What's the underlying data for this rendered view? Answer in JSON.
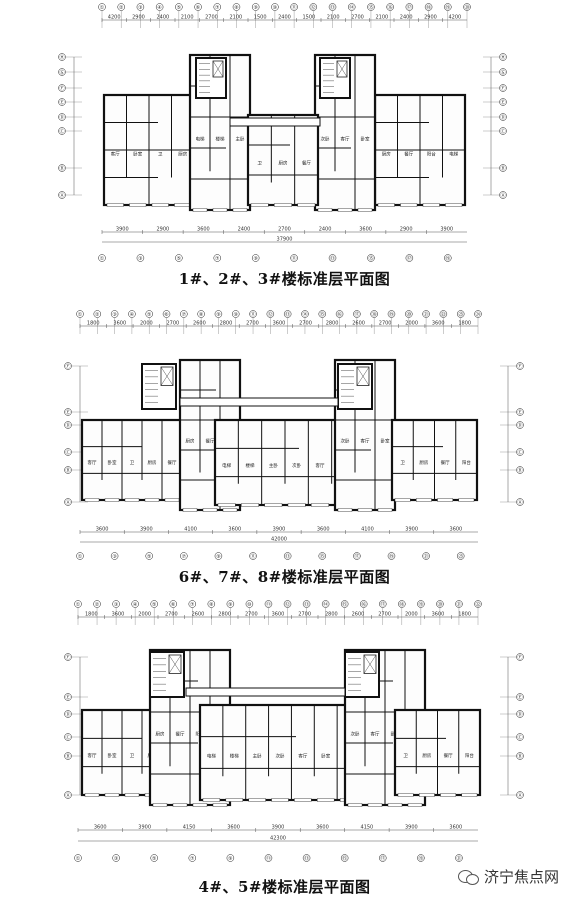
{
  "plans": [
    {
      "caption": "1#、2#、3#楼标准层平面图",
      "col_labels": [
        "①",
        "②",
        "③",
        "④",
        "⑤",
        "⑥",
        "⑦",
        "⑧",
        "⑨",
        "⑩",
        "⑪",
        "⑫",
        "⑬",
        "⑭",
        "⑮",
        "⑯",
        "⑰",
        "⑱",
        "⑲",
        "⑳"
      ],
      "row_labels": [
        "Ⓗ",
        "Ⓖ",
        "Ⓕ",
        "Ⓔ",
        "Ⓓ",
        "Ⓒ",
        "Ⓑ",
        "Ⓐ"
      ],
      "top_dims": [
        "4200",
        "2900",
        "2400",
        "2100",
        "2700",
        "2100",
        "1500",
        "2400",
        "1500",
        "2100",
        "2700",
        "2100",
        "2400",
        "2900",
        "4200"
      ],
      "bottom_dims": [
        "3900",
        "2900",
        "3600",
        "2400",
        "2700",
        "2400",
        "3600",
        "2900",
        "3900"
      ],
      "total_dim": "37900"
    },
    {
      "caption": "6#、7#、8#楼标准层平面图",
      "col_labels": [
        "①",
        "②",
        "③",
        "④",
        "⑤",
        "⑥",
        "⑦",
        "⑧",
        "⑨",
        "⑩",
        "⑪",
        "⑫",
        "⑬",
        "⑭",
        "⑮",
        "⑯",
        "⑰",
        "⑱",
        "⑲",
        "⑳",
        "㉑",
        "㉒",
        "㉓",
        "㉔"
      ],
      "row_labels": [
        "Ⓕ",
        "Ⓔ",
        "Ⓓ",
        "Ⓒ",
        "Ⓑ",
        "Ⓐ"
      ],
      "top_dims": [
        "1800",
        "3600",
        "2000",
        "2700",
        "2600",
        "2800",
        "2700",
        "3600",
        "2700",
        "2800",
        "2600",
        "2700",
        "2000",
        "3600",
        "1800"
      ],
      "bottom_dims": [
        "3600",
        "3900",
        "4100",
        "3600",
        "3900",
        "3600",
        "4100",
        "3900",
        "3600"
      ],
      "total_dim": "42000"
    },
    {
      "caption": "4#、5#楼标准层平面图",
      "col_labels": [
        "①",
        "②",
        "③",
        "④",
        "⑤",
        "⑥",
        "⑦",
        "⑧",
        "⑨",
        "⑩",
        "⑪",
        "⑫",
        "⑬",
        "⑭",
        "⑮",
        "⑯",
        "⑰",
        "⑱",
        "⑲",
        "⑳",
        "㉑",
        "㉒"
      ],
      "row_labels": [
        "Ⓕ",
        "Ⓔ",
        "Ⓓ",
        "Ⓒ",
        "Ⓑ",
        "Ⓐ"
      ],
      "top_dims": [
        "1800",
        "3600",
        "2000",
        "2700",
        "2600",
        "2800",
        "2700",
        "3600",
        "2700",
        "2800",
        "2600",
        "2700",
        "2000",
        "3600",
        "1800"
      ],
      "bottom_dims": [
        "3600",
        "3900",
        "4150",
        "3600",
        "3900",
        "3600",
        "4150",
        "3900",
        "3600"
      ],
      "total_dim": "42300"
    }
  ],
  "room_labels": [
    "客厅",
    "卧室",
    "卫",
    "厨房",
    "餐厅",
    "阳台",
    "电梯",
    "楼梯",
    "主卧",
    "次卧"
  ],
  "watermark": "济宁焦点网",
  "colors": {
    "line": "#222222",
    "wall": "#111111",
    "dim": "#555555"
  }
}
